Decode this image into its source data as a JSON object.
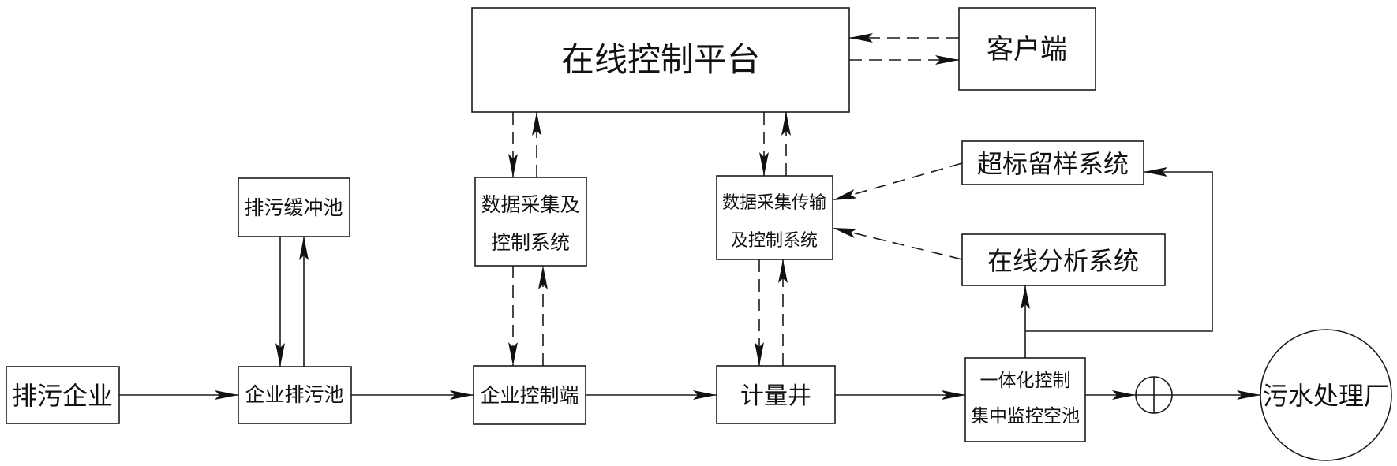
{
  "nodes": {
    "online_platform": "在线控制平台",
    "client": "客户端",
    "excess_sampling": "超标留样系统",
    "buffer_pool": "排污缓冲池",
    "daq_control_1": [
      "数据采集及",
      "控制系统"
    ],
    "daq_control_2": [
      "数据采集传输",
      "及控制系统"
    ],
    "online_analysis": "在线分析系统",
    "polluting_enterprise": "排污企业",
    "enterprise_pool": "企业排污池",
    "enterprise_control": "企业控制端",
    "metering_well": "计量井",
    "integrated_pool": [
      "一体化控制",
      "集中监控空池"
    ],
    "treatment_plant": "污水处理厂"
  }
}
